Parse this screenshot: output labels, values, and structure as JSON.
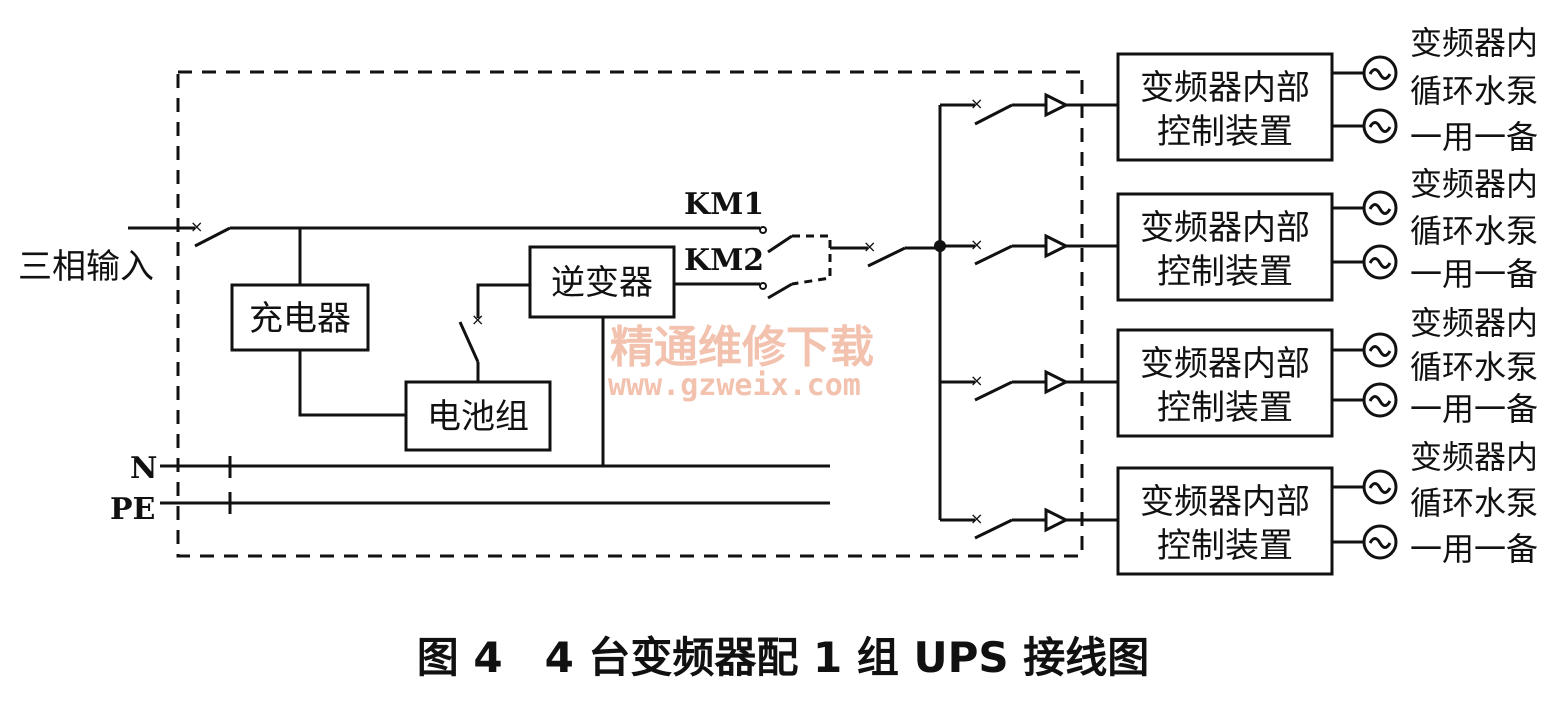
{
  "labels": {
    "input": "三相输入",
    "charger": "充电器",
    "battery": "电池组",
    "inverter": "逆变器",
    "km1": "KM1",
    "km2": "KM2",
    "n": "N",
    "pe": "PE"
  },
  "vfd": {
    "ctrl_line1": "变频器内部",
    "ctrl_line2": "控制装置",
    "pump_line1": "变频器内",
    "pump_line2": "循环水泵",
    "pump_line3": "一用一备"
  },
  "watermark": {
    "cn": "精通维修下载",
    "url": "www.gzweix.com"
  },
  "caption": "图 4　4 台变频器配 1 组 UPS 接线图"
}
